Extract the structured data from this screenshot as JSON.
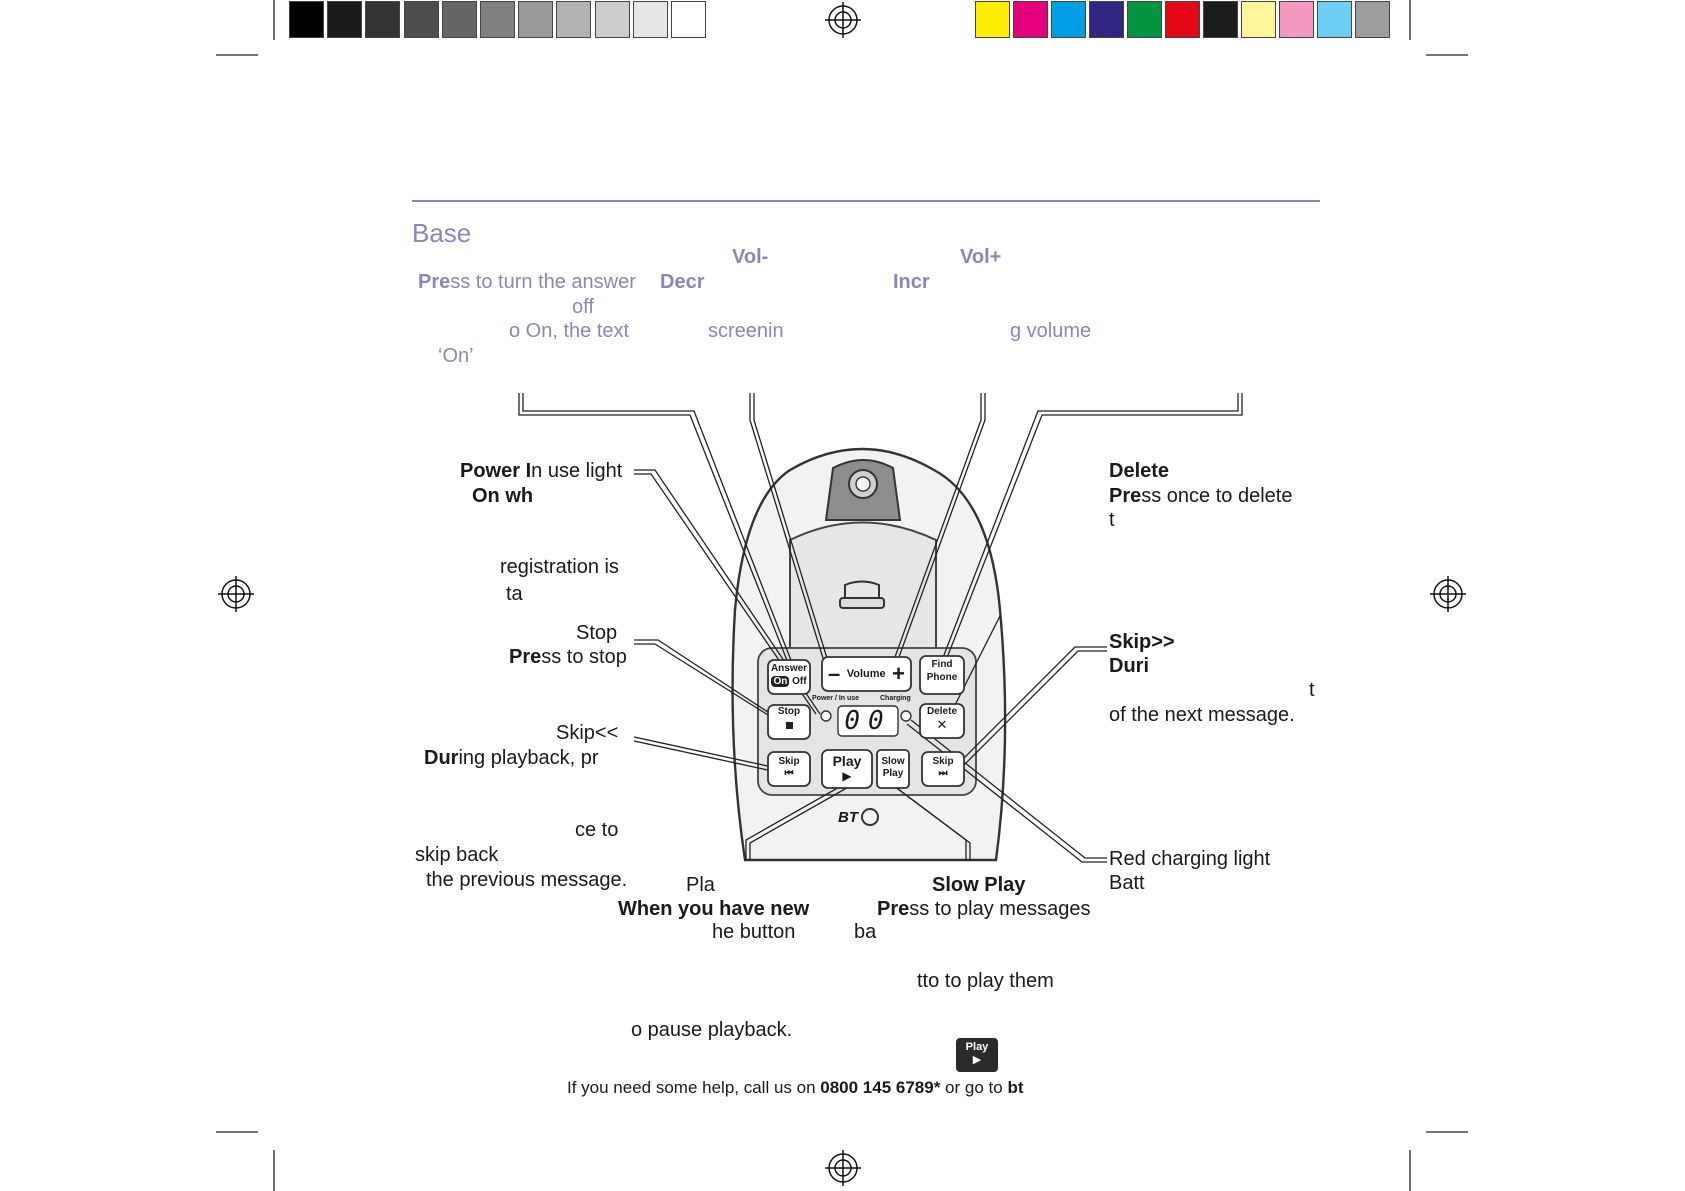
{
  "color_bar_left": [
    "#000000",
    "#1c1c1c",
    "#333333",
    "#4d4d4d",
    "#666666",
    "#808080",
    "#999999",
    "#b3b3b3",
    "#cccccc",
    "#e6e6e6",
    "#ffffff"
  ],
  "color_bar_right": [
    "#ffed00",
    "#e5007e",
    "#009fe3",
    "#312783",
    "#00963f",
    "#e30613",
    "#1d1d1b",
    "#fff59b",
    "#f49ac1",
    "#6dcff6",
    "#9d9d9c"
  ],
  "section_title": "Base",
  "top_callouts": {
    "vol_minus_label": "Vol-",
    "vol_plus_label": "Vol+",
    "answer_line1_bold": "Pre",
    "answer_line1_rest": "ss to turn the answer",
    "answer_line2": "off",
    "answer_line3": "o On, the text",
    "answer_line4": "‘On’",
    "decr_label": "Decr",
    "screening_text": "screenin",
    "incr_label": "Incr",
    "ring_volume_text": "g volume"
  },
  "left_callouts": {
    "power_title_bold": "Power I",
    "power_title_rest": "n use light",
    "power_on_when": "On wh",
    "registration": "registration is",
    "ta": "ta",
    "stop_title": "Stop",
    "stop_desc_bold": "Pre",
    "stop_desc_rest": "ss to stop",
    "skip_back_title": "Skip<<",
    "skip_back_line1_bold": "Dur",
    "skip_back_line1_rest": "ing playback, pr",
    "skip_back_ce_to": "ce to",
    "skip_back_line3": "skip back",
    "skip_back_line4": "the previous message."
  },
  "right_callouts": {
    "delete_title": "Delete",
    "delete_desc_bold": "Pre",
    "delete_desc_rest": "ss once to delete",
    "delete_t": "t",
    "skip_fwd_title": "Skip>>",
    "skip_fwd_during": "Duri",
    "skip_fwd_t": "t",
    "skip_fwd_next": "of the next message.",
    "charging_title": "Red charging light",
    "charging_batt": "Batt"
  },
  "bottom_callouts": {
    "play_title": "Pla",
    "play_when_bold": "When you have new",
    "play_the_button": "he button",
    "play_ba": "ba",
    "slow_play_title": "Slow Play",
    "slow_play_desc_bold": "Pre",
    "slow_play_desc_rest": "ss to play messages",
    "slow_play_tto": "tto   to play them",
    "pause_text": "o pause playback."
  },
  "device": {
    "answer_label": "Answer",
    "on_label": "On",
    "off_label": "Off",
    "volume_label": "Volume",
    "find_label": "Find",
    "phone_label": "Phone",
    "power_in_use_label": "Power / In use",
    "charging_label": "Charging",
    "stop_label": "Stop",
    "display_value": "00",
    "delete_label": "Delete",
    "skip_label": "Skip",
    "play_label": "Play",
    "slow_label": "Slow",
    "slow_play_label": "Play",
    "brand": "BT"
  },
  "play_icon_label": "Play",
  "footer": {
    "help_text": "If you need some help, call us on ",
    "phone": "0800 145 6789*",
    "goto": " or go to ",
    "site": "bt"
  }
}
